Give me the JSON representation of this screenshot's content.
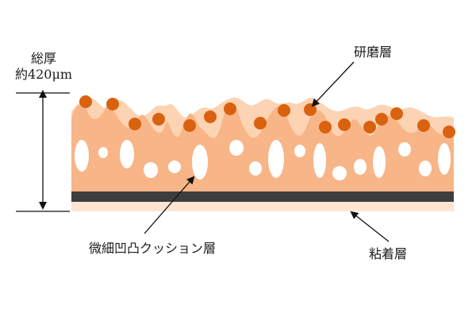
{
  "labels": {
    "total_thickness_title": "総厚",
    "total_thickness_value": "約420μm",
    "abrasive_layer": "研磨層",
    "cushion_layer": "微細凹凸クッション層",
    "adhesive_layer": "粘着層"
  },
  "colors": {
    "cushion": "#f8b587",
    "cushion_light": "#fcd3b3",
    "adhesive": "#fde4d3",
    "base_film": "#3d3d3d",
    "abrasive_grain": "#d9620f",
    "pores": "#ffffff",
    "lines": "#111111"
  }
}
